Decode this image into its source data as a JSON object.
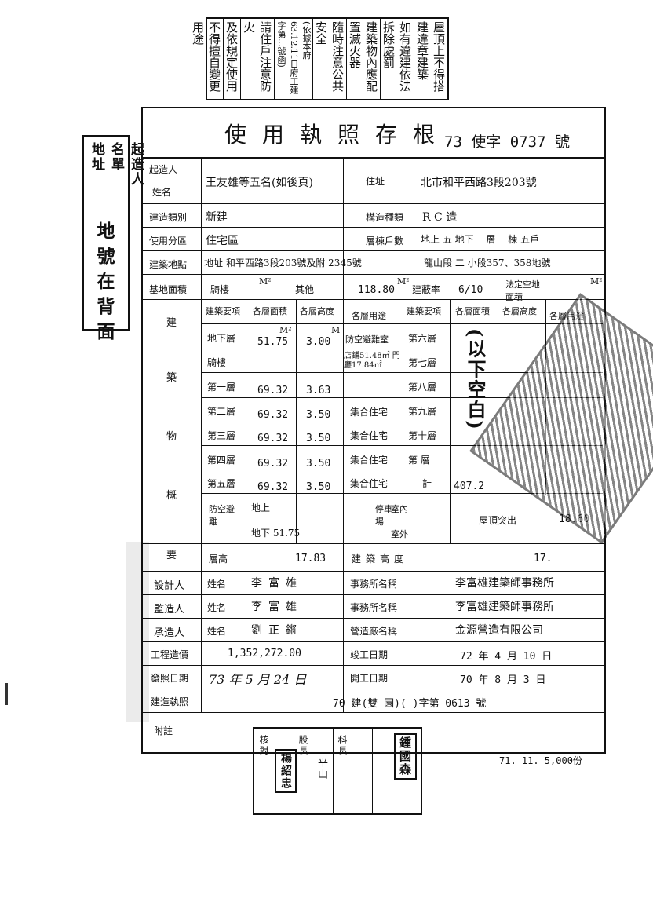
{
  "top_stamp": {
    "col1": [
      "屋頂上不得搭建違章建築",
      "如有違建依法拆除處罰",
      "建築物內應配置滅火器",
      "隨時注意公共安全"
    ],
    "col2": "(依據本府63.12.11日府工建字第...號函)",
    "col3": [
      "請住戶注意防火",
      "及依規定使用",
      "不得擅自變更用途"
    ]
  },
  "left_stamp": {
    "small_cols": [
      "起造人",
      "名單",
      "地址"
    ],
    "big": [
      "地",
      "號",
      "在",
      "背",
      "面"
    ]
  },
  "form": {
    "title": "使用執照存根",
    "permit_no": "73 使字 0737 號",
    "owner_label_1": "起造人",
    "owner_label_2": "姓名",
    "owner_value": "王友雄等五名(如後頁)",
    "address_label": "住址",
    "address_value": "北市和平西路3段203號",
    "build_category_label": "建造類別",
    "build_category_value": "新建",
    "structure_label": "構造種類",
    "structure_value": "R C 造",
    "zone_label": "使用分區",
    "zone_value": "住宅區",
    "floors_label": "層棟戶數",
    "floors_value": "地上 五 地下 一層 一棟 五戶",
    "site_label": "建築地點",
    "site_value": "地址 和平西路3段203號及附 2345號",
    "lot_value": "龍山段 二 小段357、358地號",
    "site_area_label": "基地面積",
    "arcade_label": "騎樓",
    "other_label": "其他",
    "other_area": "118.80",
    "coverage_label": "建蔽率",
    "coverage_value": "6/10",
    "open_space_label": "法定空地面積",
    "unit_m2": "M²",
    "unit_m": "M",
    "building_label": [
      "建",
      "築",
      "物",
      "概",
      "要"
    ],
    "col_headers_left": [
      "建築要項",
      "各層面積",
      "各層高度",
      "各層用途"
    ],
    "col_headers_right": [
      "建築要項",
      "各層面積",
      "各層高度",
      "各層用途"
    ],
    "floors_left": [
      {
        "name": "地下層",
        "area": "51.75",
        "height": "3.00",
        "use": "防空避難室"
      },
      {
        "name": "騎樓",
        "area": "",
        "height": "",
        "use": "店鋪51.48㎡ 門廳17.84㎡"
      },
      {
        "name": "第一層",
        "area": "69.32",
        "height": "3.63",
        "use": ""
      },
      {
        "name": "第二層",
        "area": "69.32",
        "height": "3.50",
        "use": "集合住宅"
      },
      {
        "name": "第三層",
        "area": "69.32",
        "height": "3.50",
        "use": "集合住宅"
      },
      {
        "name": "第四層",
        "area": "69.32",
        "height": "3.50",
        "use": "集合住宅"
      },
      {
        "name": "第五層",
        "area": "69.32",
        "height": "3.50",
        "use": "集合住宅"
      }
    ],
    "floors_right": [
      "第六層",
      "第七層",
      "第八層",
      "第九層",
      "第十層",
      "第 層",
      "計"
    ],
    "below_blank": "(以下空白)",
    "total_area": "407.2",
    "shelter_label": "防空避難",
    "shelter_above": "地上",
    "shelter_below": "地下 51.75",
    "parking_label": "停車場",
    "parking_in": "室內",
    "parking_out": "室外",
    "roof_label": "屋頂突出",
    "roof_value": "18.60",
    "storey_height_label": "層高",
    "storey_height_value": "17.83",
    "building_height_label": "建築高度",
    "building_height_value": "17.",
    "designer_label": "設計人",
    "supervisor_label": "監造人",
    "contractor_label": "承造人",
    "name_label": "姓名",
    "designer_name": "李富雄",
    "supervisor_name": "李富雄",
    "contractor_name": "劉正鏘",
    "office_label": "事務所名稱",
    "designer_office": "李富雄建築師事務所",
    "supervisor_office": "李富雄建築師事務所",
    "contractor_office_label": "營造廠名稱",
    "contractor_office": "金源營造有限公司",
    "cost_label": "工程造價",
    "cost_value": "1,352,272.00",
    "completion_label": "竣工日期",
    "completion_value": "72 年 4 月 10 日",
    "issue_label": "發照日期",
    "issue_value": "73 年 5 月 24 日",
    "start_label": "開工日期",
    "start_value": "70 年 8 月 3 日",
    "license_label": "建造執照",
    "license_value": "70 建(雙 園)( )字第 0613 號",
    "remark_label": "附註"
  },
  "approval_stamp": {
    "items": [
      "核對",
      "股長",
      "科長"
    ],
    "names": [
      "楊紹忠",
      "平山",
      "鍾國森"
    ]
  },
  "footer": "71. 11. 5,000份"
}
